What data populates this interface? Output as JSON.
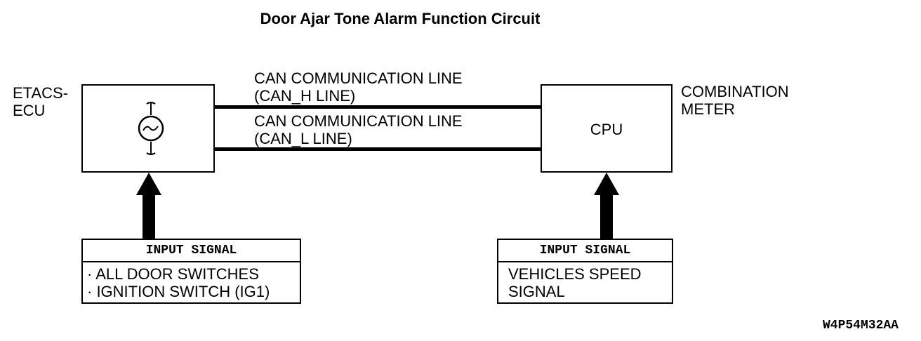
{
  "title": "Door Ajar Tone Alarm Function Circuit",
  "etacs": {
    "label_line1": "ETACS-",
    "label_line2": "ECU"
  },
  "combination_meter": {
    "label_line1": "COMBINATION",
    "label_line2": "METER",
    "inner_label": "CPU"
  },
  "can_h": {
    "line1": "CAN COMMUNICATION LINE",
    "line2": "(CAN_H LINE)"
  },
  "can_l": {
    "line1": "CAN COMMUNICATION LINE",
    "line2": "(CAN_L LINE)"
  },
  "input_left": {
    "header": "INPUT SIGNAL",
    "items": [
      "· ALL DOOR SWITCHES",
      "· IGNITION SWITCH (IG1)"
    ]
  },
  "input_right": {
    "header": "INPUT SIGNAL",
    "items": [
      "VEHICLES SPEED",
      "SIGNAL"
    ]
  },
  "figure_code": "W4P54M32AA"
}
